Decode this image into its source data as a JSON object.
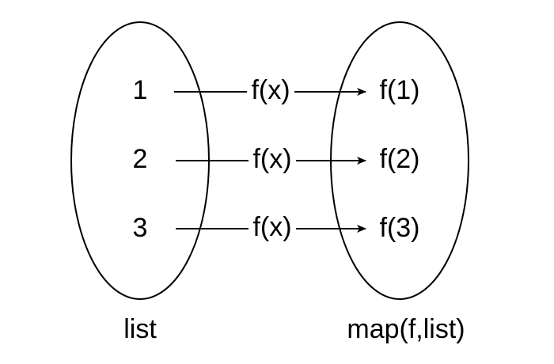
{
  "diagram": {
    "left_set": {
      "label": "list",
      "items": [
        "1",
        "2",
        "3"
      ]
    },
    "right_set": {
      "label": "map(f,list)",
      "items": [
        "f(1)",
        "f(2)",
        "f(3)"
      ]
    },
    "arrows": [
      {
        "label": "f(x)",
        "from": "1",
        "to": "f(1)"
      },
      {
        "label": "f(x)",
        "from": "2",
        "to": "f(2)"
      },
      {
        "label": "f(x)",
        "from": "3",
        "to": "f(3)"
      }
    ],
    "colors": {
      "stroke": "#000000",
      "background": "#ffffff"
    }
  }
}
